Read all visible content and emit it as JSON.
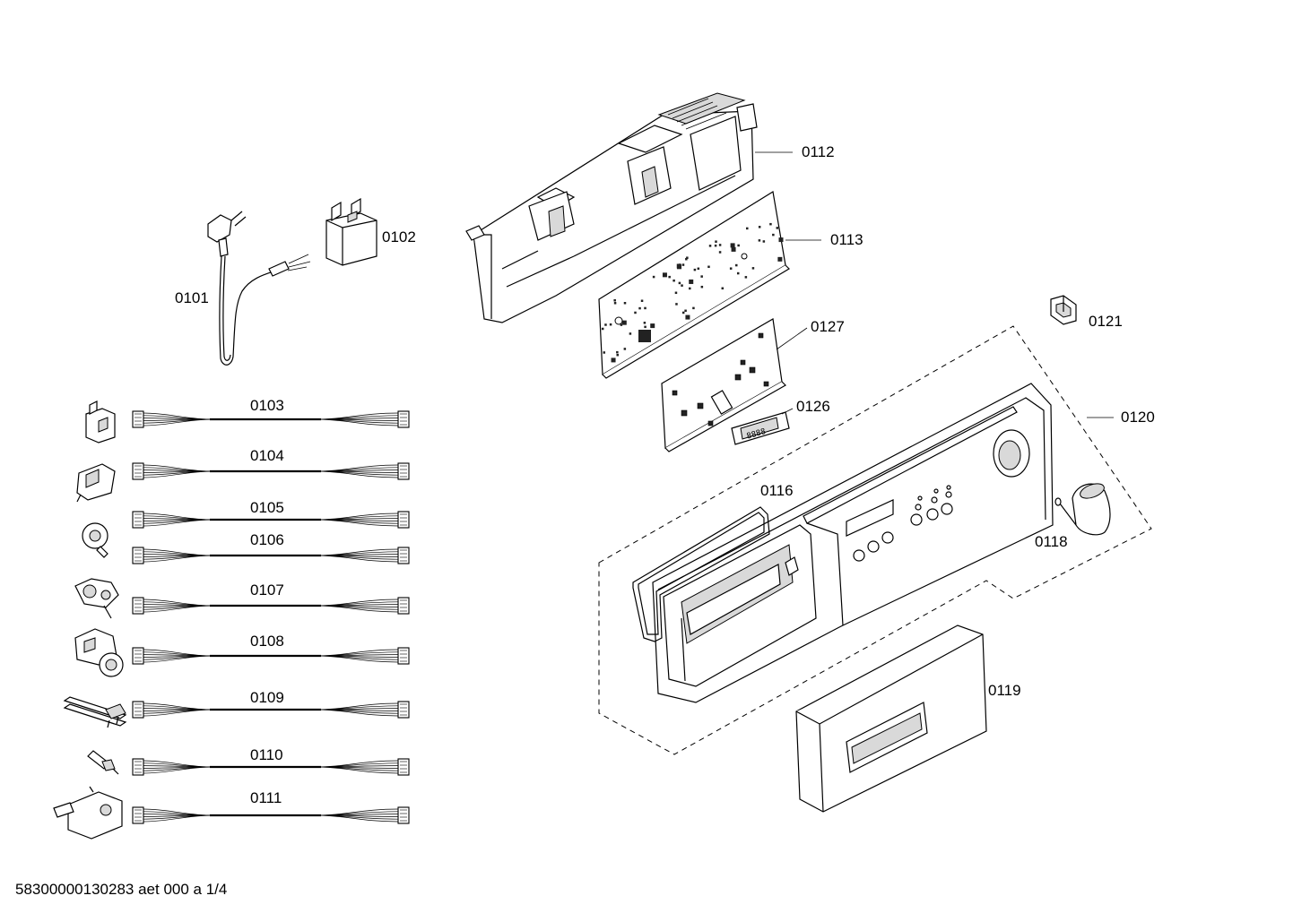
{
  "labels": {
    "p0101": "0101",
    "p0102": "0102",
    "p0103": "0103",
    "p0104": "0104",
    "p0105": "0105",
    "p0106": "0106",
    "p0107": "0107",
    "p0108": "0108",
    "p0109": "0109",
    "p0110": "0110",
    "p0111": "0111",
    "p0112": "0112",
    "p0113": "0113",
    "p0116": "0116",
    "p0118": "0118",
    "p0119": "0119",
    "p0120": "0120",
    "p0121": "0121",
    "p0126": "0126",
    "p0127": "0127"
  },
  "footer": "58300000130283 aet 000 a 1/4"
}
